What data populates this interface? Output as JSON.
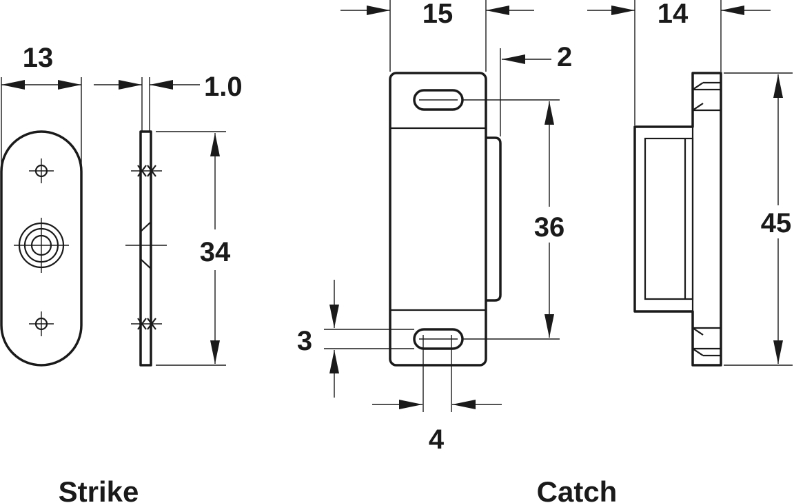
{
  "captions": {
    "strike": "Strike",
    "catch": "Catch"
  },
  "dimensions": {
    "strike_width": "13",
    "strike_thickness": "1.0",
    "strike_hole_spacing": "34",
    "catch_width": "15",
    "catch_offset": "2",
    "catch_hole_spacing": "36",
    "catch_slot_height": "3",
    "catch_slot_width": "4",
    "catch_depth": "14",
    "catch_height": "45"
  },
  "colors": {
    "line": "#1a1a1a",
    "background": "#ffffff"
  }
}
